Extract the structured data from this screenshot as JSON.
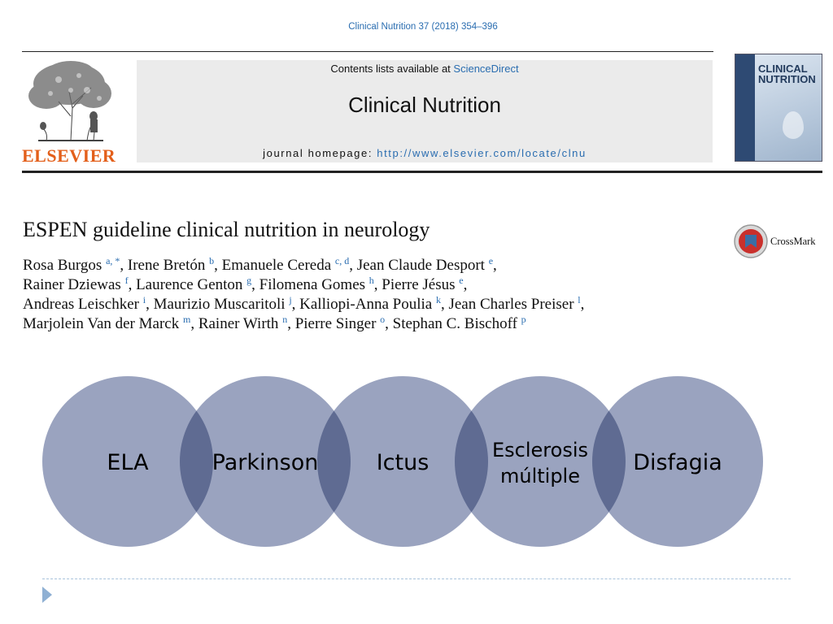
{
  "header": {
    "citation": "Clinical Nutrition 37 (2018) 354–396",
    "contents_prefix": "Contents lists available at ",
    "contents_link": "ScienceDirect",
    "journal_title": "Clinical Nutrition",
    "homepage_prefix": "journal homepage: ",
    "homepage_url": "http://www.elsevier.com/locate/clnu",
    "publisher": "ELSEVIER",
    "cover_title": "CLINICAL NUTRITION"
  },
  "article": {
    "title": "ESPEN guideline clinical nutrition in neurology",
    "crossmark": "CrossMark",
    "author_lines": [
      [
        {
          "name": "Rosa Burgos ",
          "sup": "a, *",
          "sep": ", "
        },
        {
          "name": "Irene Bretón ",
          "sup": "b",
          "sep": ", "
        },
        {
          "name": "Emanuele Cereda ",
          "sup": "c, d",
          "sep": ", "
        },
        {
          "name": "Jean Claude Desport ",
          "sup": "e",
          "sep": ","
        }
      ],
      [
        {
          "name": "Rainer Dziewas ",
          "sup": "f",
          "sep": ", "
        },
        {
          "name": "Laurence Genton ",
          "sup": "g",
          "sep": ", "
        },
        {
          "name": "Filomena Gomes ",
          "sup": "h",
          "sep": ", "
        },
        {
          "name": "Pierre Jésus ",
          "sup": "e",
          "sep": ","
        }
      ],
      [
        {
          "name": "Andreas Leischker ",
          "sup": "i",
          "sep": ", "
        },
        {
          "name": "Maurizio Muscaritoli ",
          "sup": "j",
          "sep": ", "
        },
        {
          "name": "Kalliopi-Anna Poulia ",
          "sup": "k",
          "sep": ", "
        },
        {
          "name": "Jean Charles Preiser ",
          "sup": "l",
          "sep": ","
        }
      ],
      [
        {
          "name": "Marjolein Van der Marck ",
          "sup": "m",
          "sep": ", "
        },
        {
          "name": "Rainer Wirth ",
          "sup": "n",
          "sep": ", "
        },
        {
          "name": "Pierre Singer ",
          "sup": "o",
          "sep": ", "
        },
        {
          "name": "Stephan C. Bischoff ",
          "sup": "p",
          "sep": ""
        }
      ]
    ]
  },
  "diagram": {
    "circle_fill": "#9aa3bf",
    "overlap_fill": "#5f6b92",
    "circles": [
      {
        "lines": [
          "ELA"
        ]
      },
      {
        "lines": [
          "Parkinson"
        ]
      },
      {
        "lines": [
          "Ictus"
        ]
      },
      {
        "lines": [
          "Esclerosis",
          "múltiple"
        ]
      },
      {
        "lines": [
          "Disfagia"
        ]
      }
    ]
  },
  "colors": {
    "link_blue": "#2a6db0",
    "elsevier_orange": "#e35f1a",
    "dash_blue": "#a9c3dc",
    "arrow_blue": "#8fb0d3"
  }
}
